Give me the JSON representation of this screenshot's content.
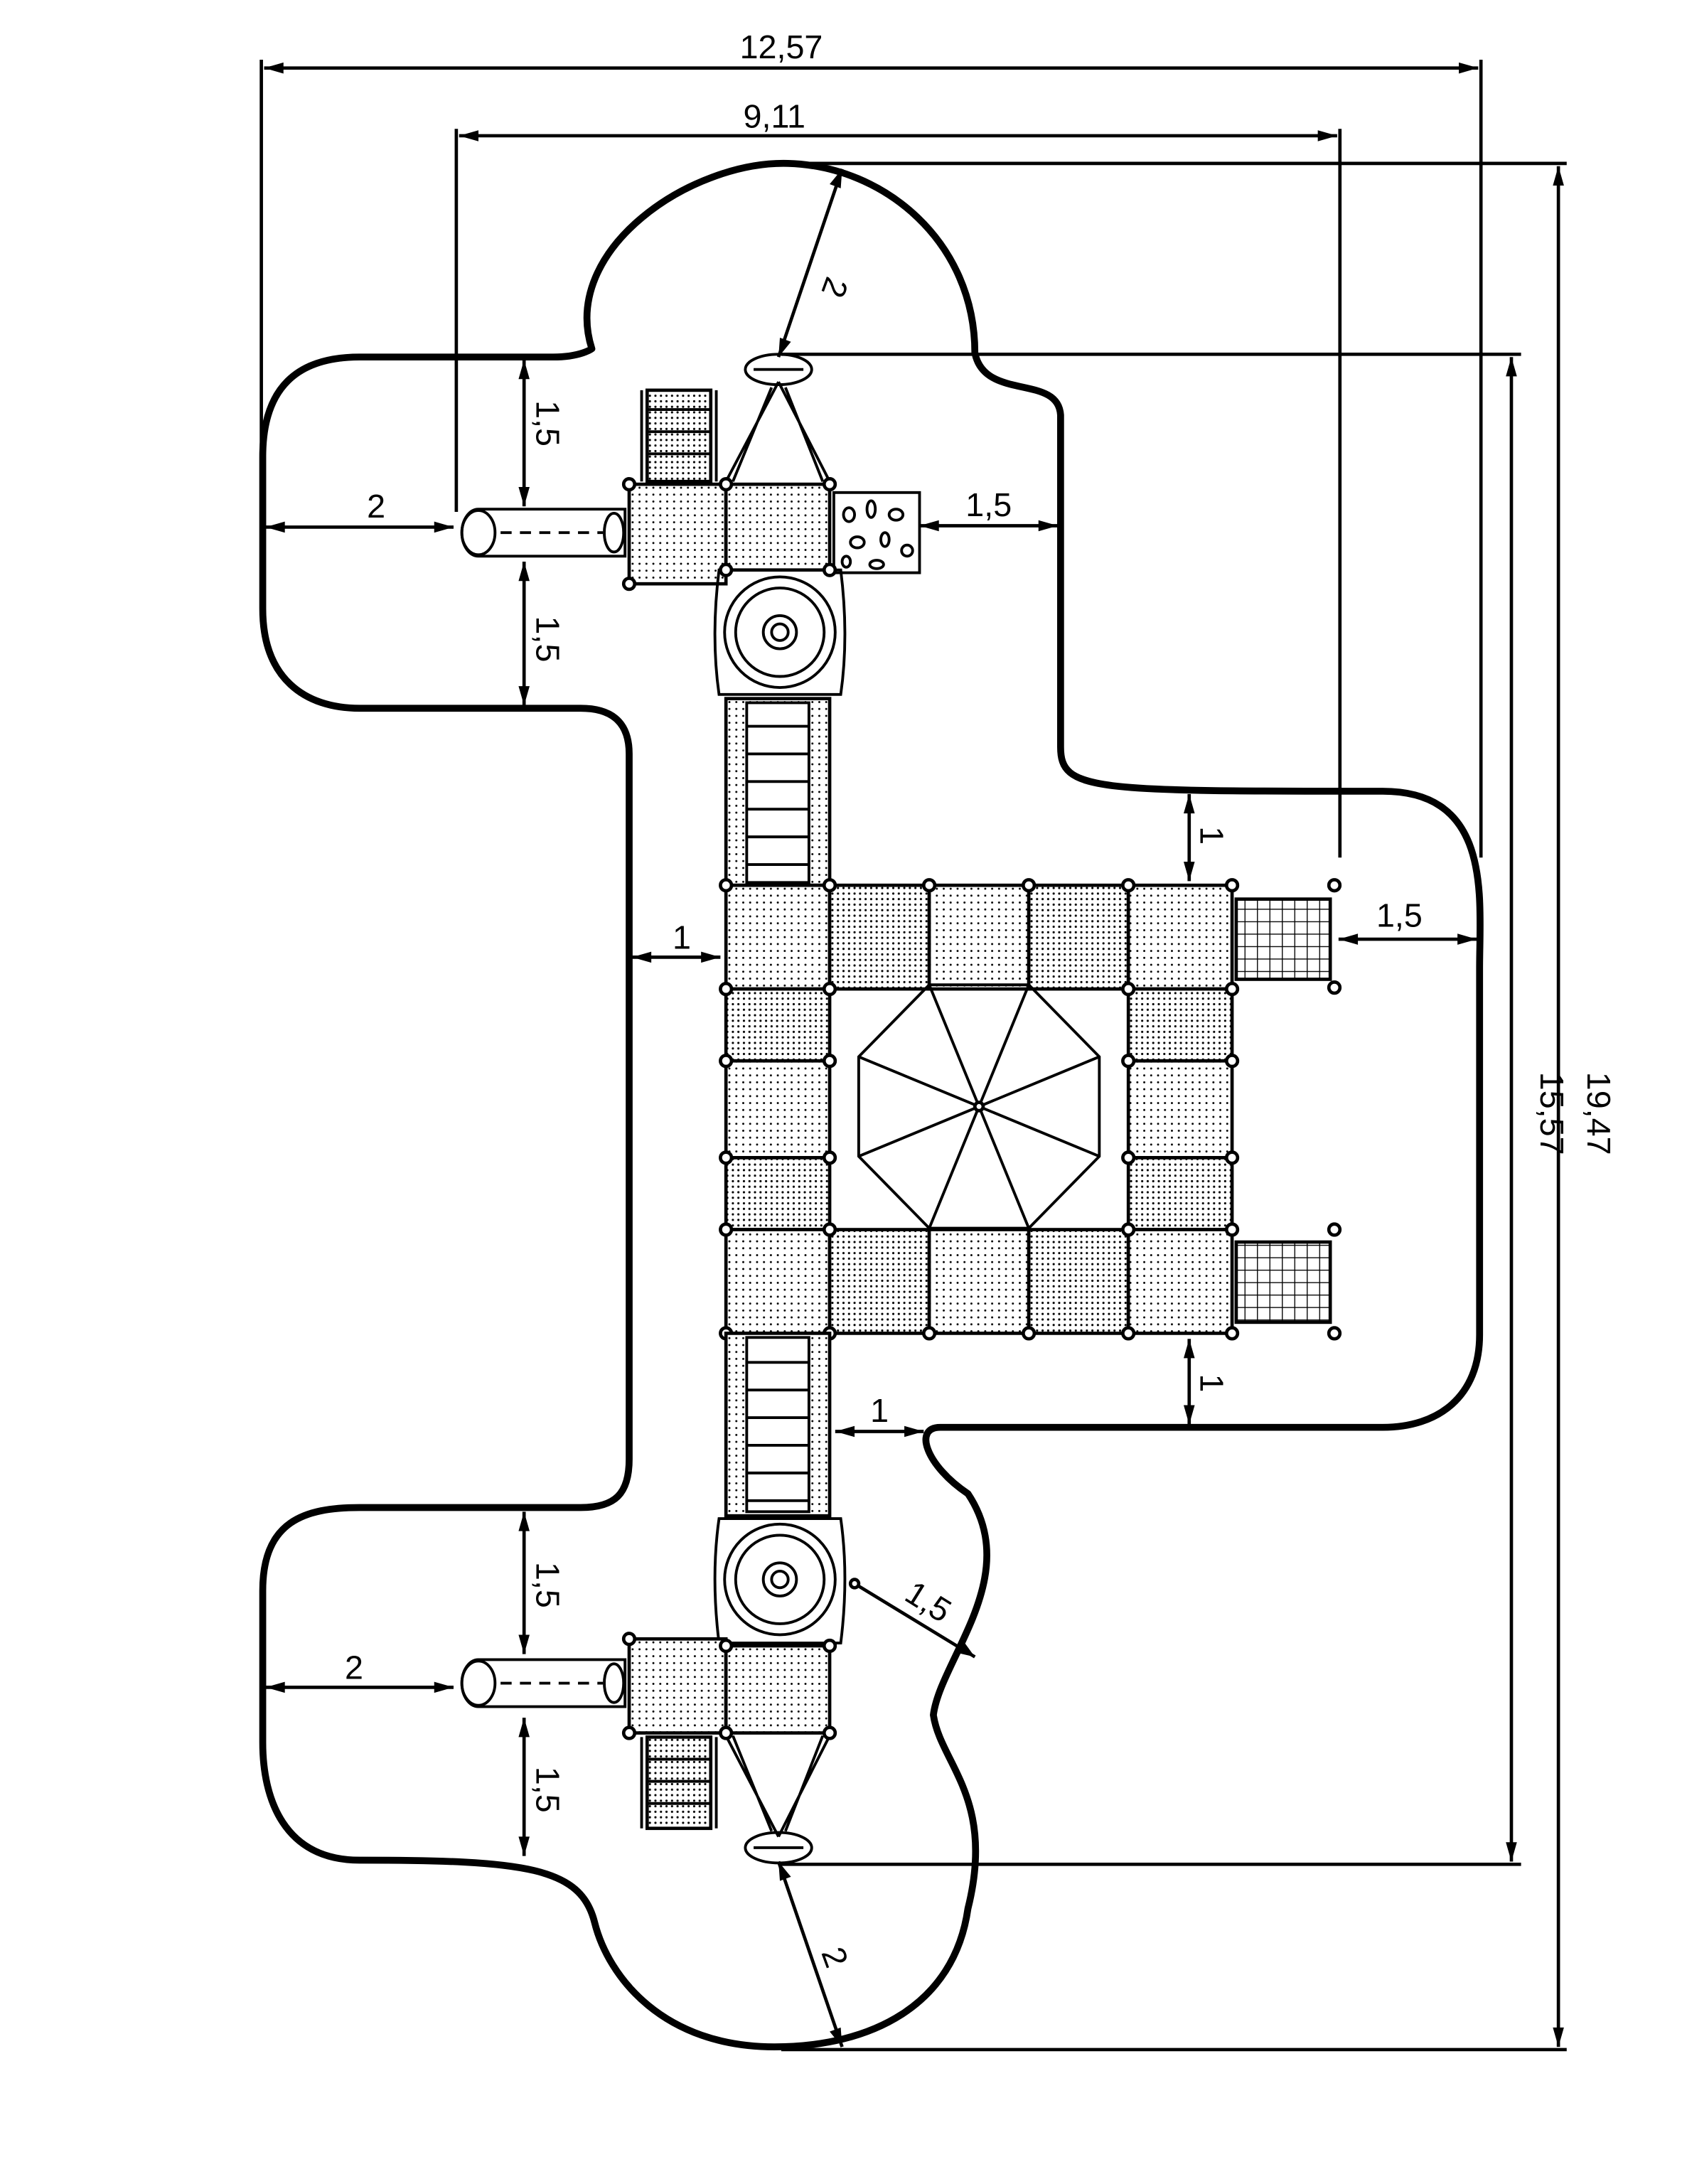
{
  "dimensions": {
    "overall_width": "12,57",
    "structure_width": "9,11",
    "overall_height": "19,47",
    "structure_height": "15,57",
    "top_left_slide_clearance": "2",
    "top_left_above_slide": "1,5",
    "top_left_below_slide": "1,5",
    "top_climber_clearance": "1,5",
    "top_swing_radius": "2",
    "main_top_gap": "1",
    "main_left_gap": "1",
    "right_net_clearance": "1,5",
    "main_bottom_gap": "1",
    "bottom_step_gap": "1",
    "bottom_platform_radius": "1,5",
    "bottom_left_above_slide": "1,5",
    "bottom_left_slide_clearance": "2",
    "bottom_left_below_slide": "1,5",
    "bottom_swing_radius": "2"
  },
  "colors": {
    "line": "#000000",
    "background": "#ffffff"
  }
}
